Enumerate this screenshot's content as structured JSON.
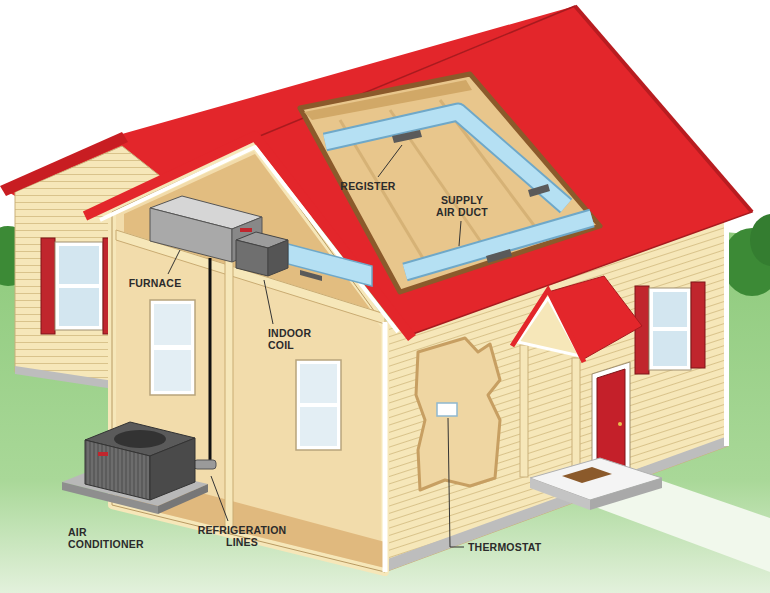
{
  "diagram": {
    "labels": [
      "REGISTER",
      "SUPPLY AIR DUCT",
      "FURNACE",
      "INDOOR COIL",
      "AIR CONDITIONER",
      "REFRIGERATION LINES",
      "THERMOSTAT"
    ]
  }
}
